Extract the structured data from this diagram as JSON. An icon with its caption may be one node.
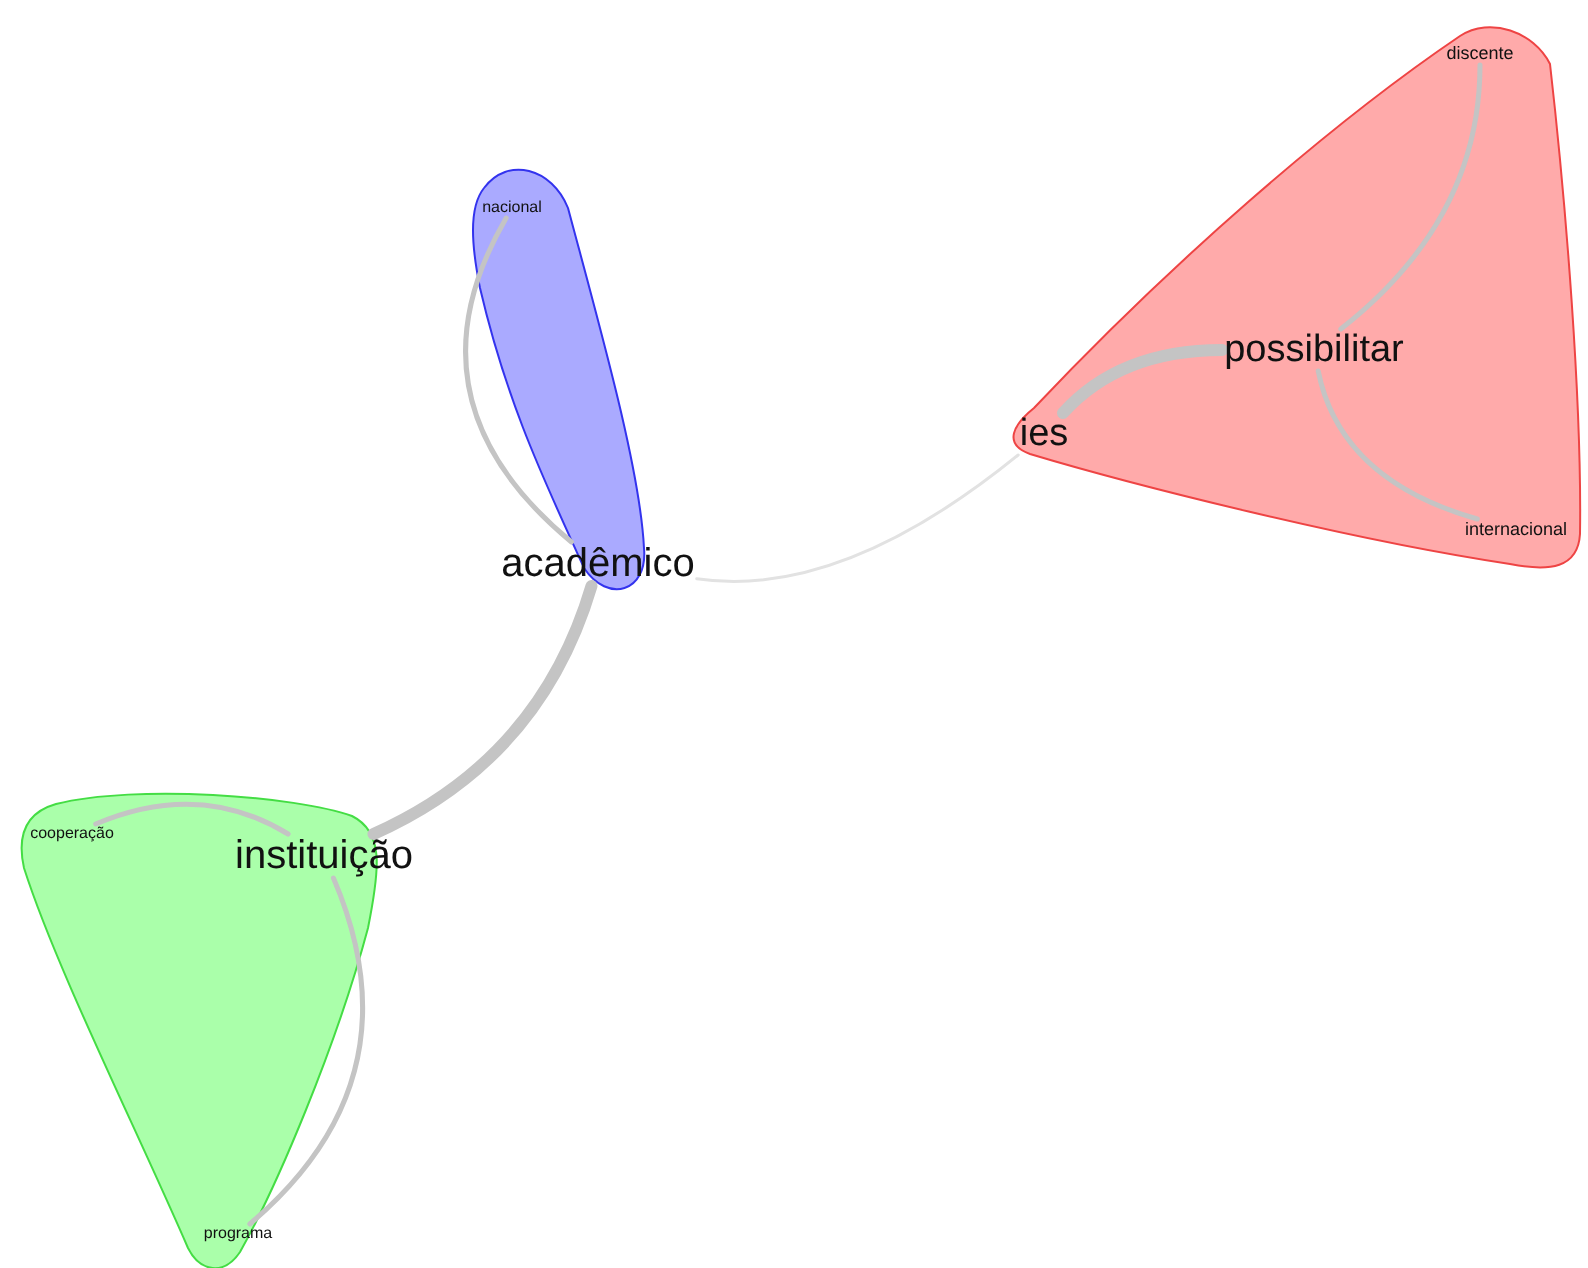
{
  "diagram": {
    "nodes": [
      {
        "text": [],
        "shape": "cloud"
      },
      {
        "text": [
          "discente"
        ],
        "in": 0
      },
      {
        "text": [],
        "shape": "cloud"
      },
      {
        "text": [
          "nacional"
        ],
        "in": 2
      },
      {
        "text": [
          "possibilitar"
        ],
        "in": 0
      },
      {
        "text": [
          "ies"
        ],
        "in": 0
      },
      {
        "text": [
          "internacional"
        ],
        "in": 0
      },
      {
        "text": [
          "acadêmico"
        ]
      },
      {
        "text": [],
        "shape": "cloud"
      },
      {
        "text": [
          "cooperação"
        ],
        "in": 8
      },
      {
        "text": [
          "instituição"
        ],
        "in": 8
      },
      {
        "text": [
          "programa"
        ],
        "in": 8
      }
    ],
    "edges": [
      {
        "from": 1,
        "to": 4,
        "arrow": "none"
      },
      {
        "from": 4,
        "to": 5,
        "arrow": "none",
        "style": "thick"
      },
      {
        "from": 4,
        "to": 6,
        "arrow": "none"
      },
      {
        "from": 5,
        "to": 7,
        "arrow": "none",
        "color": "#e2e2e2"
      },
      {
        "from": 3,
        "to": 7,
        "arrow": "none"
      },
      {
        "from": 7,
        "to": 10,
        "arrow": "none",
        "style": "thick"
      },
      {
        "from": 10,
        "to": 9,
        "arrow": "none"
      },
      {
        "from": 10,
        "to": 11,
        "arrow": "none"
      }
    ]
  }
}
